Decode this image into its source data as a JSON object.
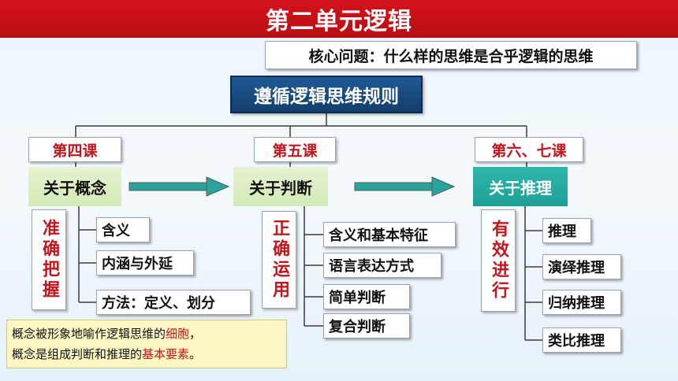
{
  "title": "第二单元逻辑",
  "core_question": "核心问题：什么样的思维是合乎逻辑的思维",
  "main_rule": "遵循逻辑思维规则",
  "lessons": [
    {
      "lesson": "第四课",
      "topic": "关于概念",
      "method": "准确把握",
      "items": [
        "含义",
        "内涵与外延",
        "方法：定义、划分"
      ]
    },
    {
      "lesson": "第五课",
      "topic": "关于判断",
      "method": "正确运用",
      "items": [
        "含义和基本特征",
        "语言表达方式",
        "简单判断",
        "复合判断"
      ]
    },
    {
      "lesson": "第六、七课",
      "topic": "关于推理",
      "method": "有效进行",
      "items": [
        "推理",
        "演绎推理",
        "归纳推理",
        "类比推理"
      ]
    }
  ],
  "note": {
    "line1_prefix": "概念被形象地喻作逻辑思维的",
    "line1_highlight": "细胞",
    "line1_suffix": "，",
    "line2_prefix": "概念是组成判断和推理的",
    "line2_highlight": "基本要素",
    "line2_suffix": "。"
  },
  "colors": {
    "title_bg": "#c8111a",
    "main_rule_bg": "#1a4e84",
    "lesson_text": "#c4141c",
    "concept_green": "#dcedc4",
    "concept_teal": "#22a99f",
    "arrow": "#2aa39a",
    "note_bg": "#fbf6c2"
  }
}
